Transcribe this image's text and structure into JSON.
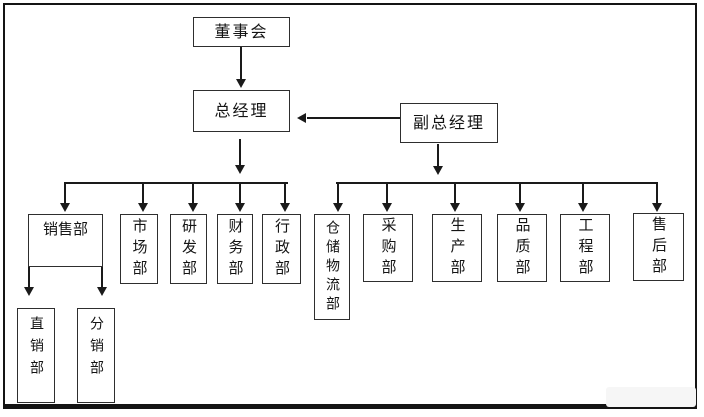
{
  "diagram": {
    "type": "org-chart",
    "background": "#ffffff",
    "line_color": "#1a1a1a",
    "box_border_color": "#2e2e2e",
    "nodes": {
      "board": "董事会",
      "general_manager": "总经理",
      "deputy_general_manager": "副总经理",
      "sales": "销售部",
      "marketing": "市场部",
      "rnd": "研发部",
      "finance": "财务部",
      "admin": "行政部",
      "warehouse_logistics": "仓储物流部",
      "purchasing": "采购部",
      "production": "生产部",
      "quality": "品质部",
      "engineering": "工程部",
      "after_sales": "售后部",
      "direct_sales": "直销部",
      "distribution": "分销部"
    },
    "edges": [
      {
        "from": "board",
        "to": "general_manager"
      },
      {
        "from": "deputy_general_manager",
        "to": "general_manager"
      },
      {
        "from": "general_manager",
        "to": "sales"
      },
      {
        "from": "general_manager",
        "to": "marketing"
      },
      {
        "from": "general_manager",
        "to": "rnd"
      },
      {
        "from": "general_manager",
        "to": "finance"
      },
      {
        "from": "general_manager",
        "to": "admin"
      },
      {
        "from": "deputy_general_manager",
        "to": "warehouse_logistics"
      },
      {
        "from": "deputy_general_manager",
        "to": "purchasing"
      },
      {
        "from": "deputy_general_manager",
        "to": "production"
      },
      {
        "from": "deputy_general_manager",
        "to": "quality"
      },
      {
        "from": "deputy_general_manager",
        "to": "engineering"
      },
      {
        "from": "deputy_general_manager",
        "to": "after_sales"
      },
      {
        "from": "sales",
        "to": "direct_sales"
      },
      {
        "from": "sales",
        "to": "distribution"
      }
    ]
  }
}
